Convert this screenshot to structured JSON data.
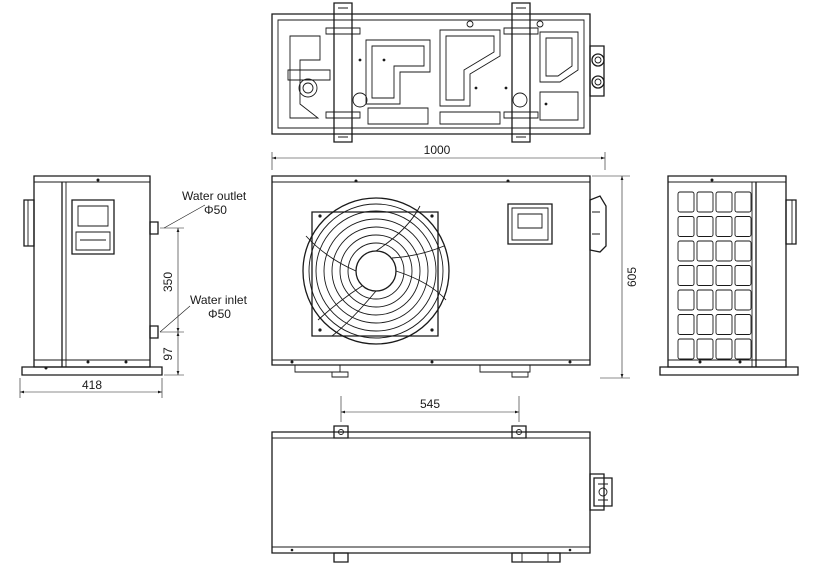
{
  "dimensions": {
    "width": "1000",
    "height": "605",
    "depth": "418",
    "pipe_spacing": "350",
    "inlet_height": "97",
    "foot_spacing": "545"
  },
  "labels": {
    "water_outlet": "Water outlet",
    "water_outlet_size": "Φ50",
    "water_inlet": "Water inlet",
    "water_inlet_size": "Φ50"
  }
}
